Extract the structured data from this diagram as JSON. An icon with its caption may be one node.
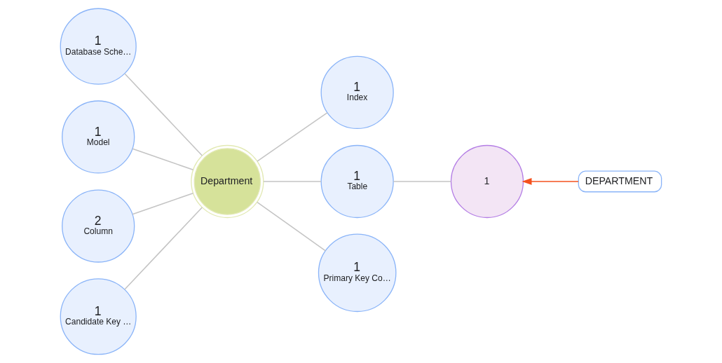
{
  "diagram": {
    "nodes": [
      {
        "text": [
          "1",
          "Database Sche…"
        ]
      },
      {
        "text": [
          "1",
          "Index"
        ]
      },
      {
        "text": [
          "1",
          "Model"
        ]
      },
      {
        "text": [
          "Department"
        ]
      },
      {
        "text": [
          "1",
          "Table"
        ]
      },
      {
        "text": [
          "1"
        ]
      },
      {
        "text": [
          "DEPARTMENT"
        ]
      },
      {
        "text": [
          "2",
          "Column"
        ]
      },
      {
        "text": [
          "1",
          "Primary Key Co…"
        ]
      },
      {
        "text": [
          "1",
          "Candidate Key …"
        ]
      }
    ],
    "edges": [
      {
        "from": 0,
        "to": 3,
        "arrow": "none"
      },
      {
        "from": 3,
        "to": 1,
        "arrow": "none"
      },
      {
        "from": 2,
        "to": 3,
        "arrow": "none"
      },
      {
        "from": 3,
        "to": 4,
        "arrow": "none"
      },
      {
        "from": 4,
        "to": 5,
        "arrow": "none"
      },
      {
        "from": 6,
        "to": 5,
        "arrow": "to",
        "color": "#f4511e"
      },
      {
        "from": 7,
        "to": 3,
        "arrow": "none"
      },
      {
        "from": 3,
        "to": 8,
        "arrow": "none"
      },
      {
        "from": 9,
        "to": 3,
        "arrow": "none"
      }
    ]
  }
}
